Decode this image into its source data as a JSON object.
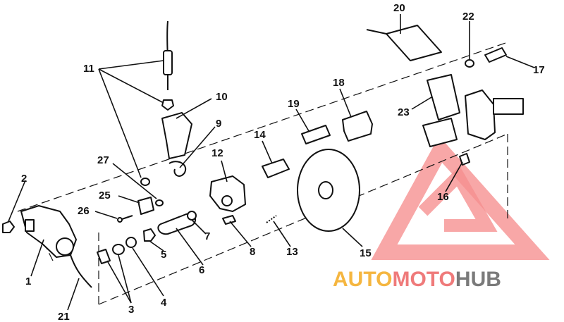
{
  "callouts": [
    {
      "id": "c1",
      "text": "1"
    },
    {
      "id": "c2",
      "text": "2"
    },
    {
      "id": "c3",
      "text": "3"
    },
    {
      "id": "c4",
      "text": "4"
    },
    {
      "id": "c5",
      "text": "5"
    },
    {
      "id": "c6",
      "text": "6"
    },
    {
      "id": "c7",
      "text": "7"
    },
    {
      "id": "c8",
      "text": "8"
    },
    {
      "id": "c9",
      "text": "9"
    },
    {
      "id": "c10",
      "text": "10"
    },
    {
      "id": "c11",
      "text": "11"
    },
    {
      "id": "c12",
      "text": "12"
    },
    {
      "id": "c13",
      "text": "13"
    },
    {
      "id": "c14",
      "text": "14"
    },
    {
      "id": "c15",
      "text": "15"
    },
    {
      "id": "c16",
      "text": "16"
    },
    {
      "id": "c17",
      "text": "17"
    },
    {
      "id": "c18",
      "text": "18"
    },
    {
      "id": "c19",
      "text": "19"
    },
    {
      "id": "c20",
      "text": "20"
    },
    {
      "id": "c21",
      "text": "21"
    },
    {
      "id": "c22",
      "text": "22"
    },
    {
      "id": "c23",
      "text": "23"
    },
    {
      "id": "c25",
      "text": "25"
    },
    {
      "id": "c26",
      "text": "26"
    },
    {
      "id": "c27",
      "text": "27"
    }
  ],
  "watermark": {
    "part_a": "AUTO",
    "part_b": "MOTO",
    "part_c": "HUB",
    "colors": {
      "auto": "#f5b640",
      "moto": "#ef7a7a",
      "hub": "#7a7a7a",
      "triangle": "#f26b6b"
    }
  }
}
